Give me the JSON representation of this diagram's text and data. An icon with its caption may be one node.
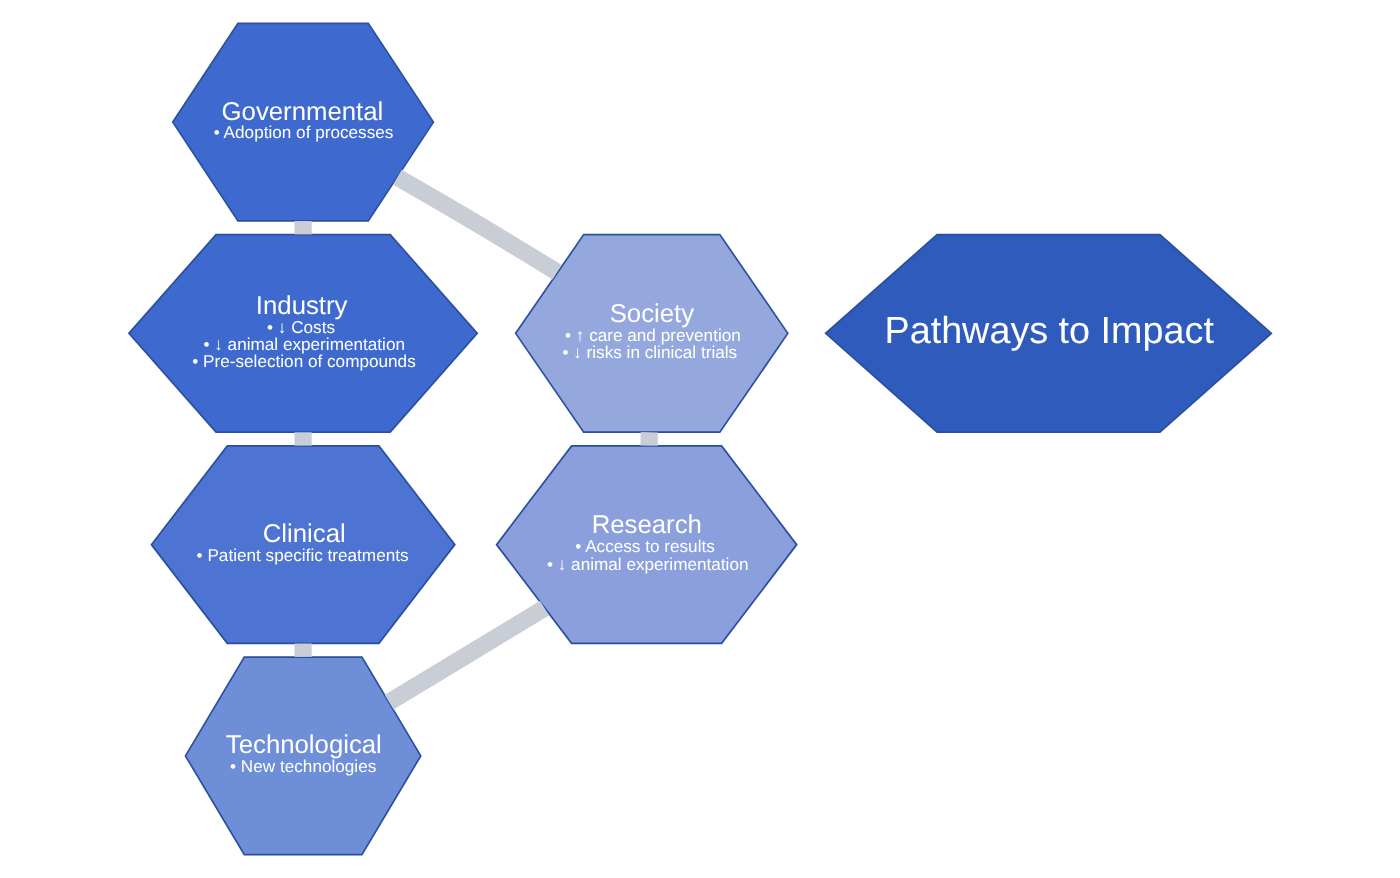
{
  "diagram": {
    "nodes": [
      {
        "text": [
          "Governmental",
          "• Adoption of processes"
        ]
      },
      {
        "text": [
          "Industry",
          "• ↓ Costs",
          "• ↓ animal experimentation",
          "• Pre-selection of compounds"
        ]
      },
      {
        "text": [
          "Clinical",
          "• Patient specific treatments"
        ]
      },
      {
        "text": [
          "Technological",
          "• New technologies"
        ]
      },
      {
        "text": [
          "Research",
          "• Access to results",
          "• ↓ animal experimentation"
        ]
      },
      {
        "text": [
          "Society",
          "• ↑ care and prevention",
          "• ↓ risks in clinical trials"
        ]
      },
      {
        "text": [
          "Pathways to Impact"
        ]
      }
    ],
    "edges": [
      {
        "from": 0,
        "to": 1,
        "arrow": "none"
      },
      {
        "from": 1,
        "to": 2,
        "arrow": "none"
      },
      {
        "from": 2,
        "to": 3,
        "arrow": "none"
      },
      {
        "from": 3,
        "to": 4,
        "arrow": "none"
      },
      {
        "from": 4,
        "to": 5,
        "arrow": "none"
      },
      {
        "from": 5,
        "to": 0,
        "arrow": "none"
      }
    ]
  }
}
